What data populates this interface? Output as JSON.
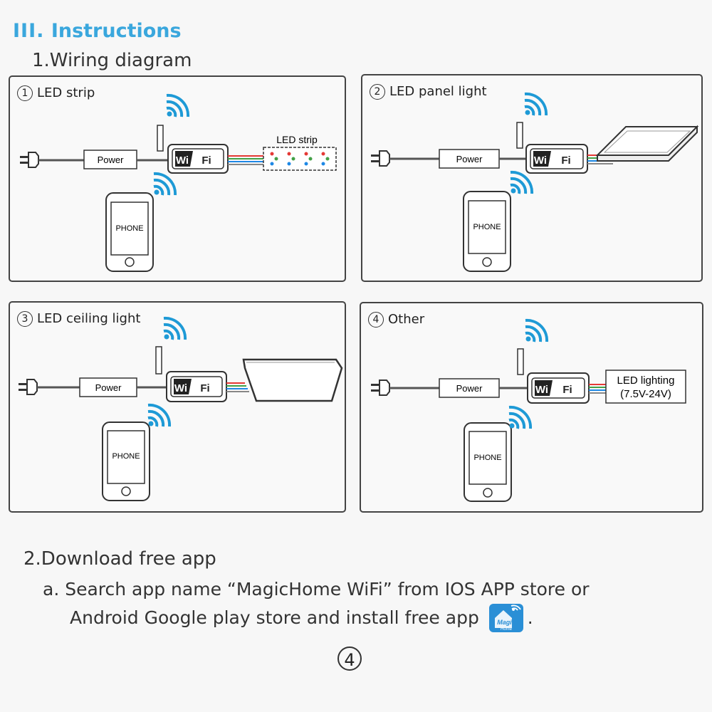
{
  "header": {
    "roman": "III.",
    "title": "Instructions",
    "subtitle": "1.Wiring diagram"
  },
  "panels": [
    {
      "num": "1",
      "title": "LED strip",
      "power_label": "Power",
      "wifi_label_a": "Wi",
      "wifi_label_b": "Fi",
      "phone_label": "PHONE",
      "device_label": "LED strip"
    },
    {
      "num": "2",
      "title": "LED panel light",
      "power_label": "Power",
      "wifi_label_a": "Wi",
      "wifi_label_b": "Fi",
      "phone_label": "PHONE"
    },
    {
      "num": "3",
      "title": "LED ceiling light",
      "power_label": "Power",
      "wifi_label_a": "Wi",
      "wifi_label_b": "Fi",
      "phone_label": "PHONE"
    },
    {
      "num": "4",
      "title": "Other",
      "power_label": "Power",
      "wifi_label_a": "Wi",
      "wifi_label_b": "Fi",
      "phone_label": "PHONE",
      "device_label": "LED lighting",
      "device_label2": "(7.5V-24V)"
    }
  ],
  "section2": {
    "title": "2.Download free app",
    "line_a": "a. Search app name “MagicHome WiFi”  from IOS APP store or",
    "line_b": "Android Google play store and install free app",
    "period": ".",
    "app_icon_text_1": "Magic",
    "app_icon_text_2": "Home"
  },
  "page_number": "4",
  "colors": {
    "accent": "#3aa7dd",
    "wifi_wave": "#1e9ad6",
    "wire_red": "#e53935",
    "wire_green": "#43a047",
    "wire_blue": "#1e88e5"
  }
}
